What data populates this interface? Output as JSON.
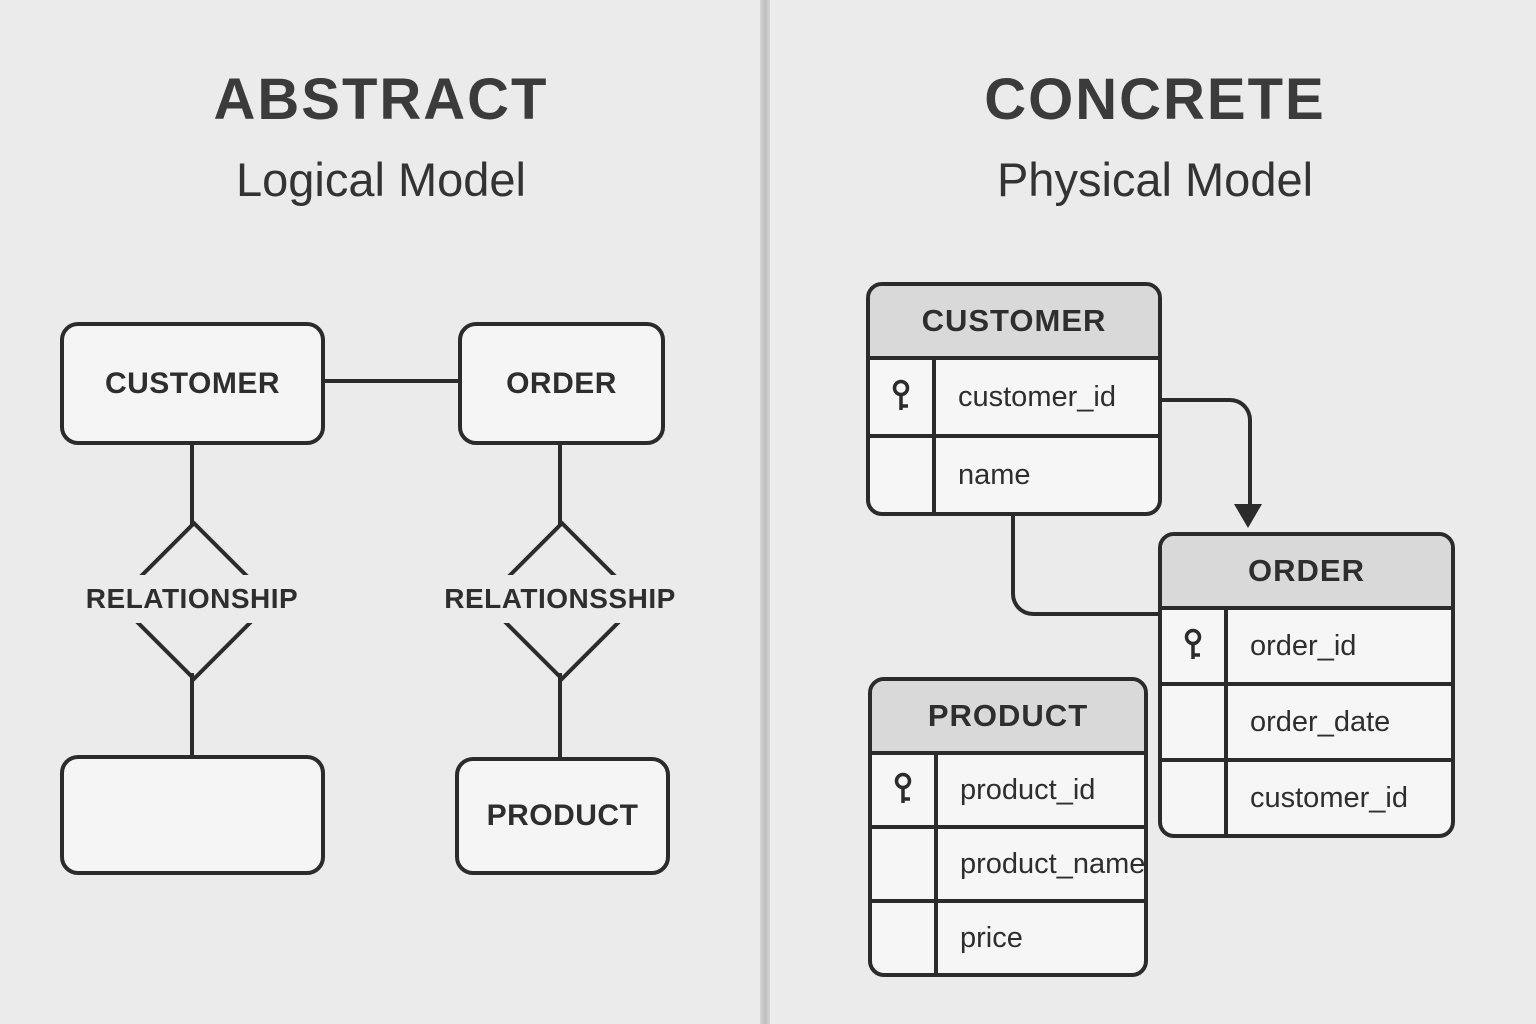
{
  "colors": {
    "background": "#ebebeb",
    "line": "#2b2b2b",
    "table_header_fill": "#d9d9d9",
    "box_fill": "#f5f5f5",
    "title_text": "#3b3b3b"
  },
  "left_panel": {
    "title": "ABSTRACT",
    "subtitle": "Logical Model",
    "entity_customer": "CUSTOMER",
    "entity_order": "ORDER",
    "entity_product": "PRODUCT",
    "entity_empty": "",
    "relationship_left": "RELATIONSHIP",
    "relationship_right": "RELATIONSSHIP"
  },
  "right_panel": {
    "title": "CONCRETE",
    "subtitle": "Physical Model",
    "customer_table": {
      "name": "CUSTOMER",
      "rows": [
        "customer_id",
        "name"
      ],
      "primary_key_rows": [
        0
      ]
    },
    "order_table": {
      "name": "ORDER",
      "rows": [
        "order_id",
        "order_date",
        "customer_id"
      ],
      "primary_key_rows": [
        0
      ]
    },
    "product_table": {
      "name": "PRODUCT",
      "rows": [
        "product_id",
        "product_name",
        "price"
      ],
      "primary_key_rows": [
        0
      ]
    }
  },
  "icons": {
    "primary_key": "key-icon"
  }
}
